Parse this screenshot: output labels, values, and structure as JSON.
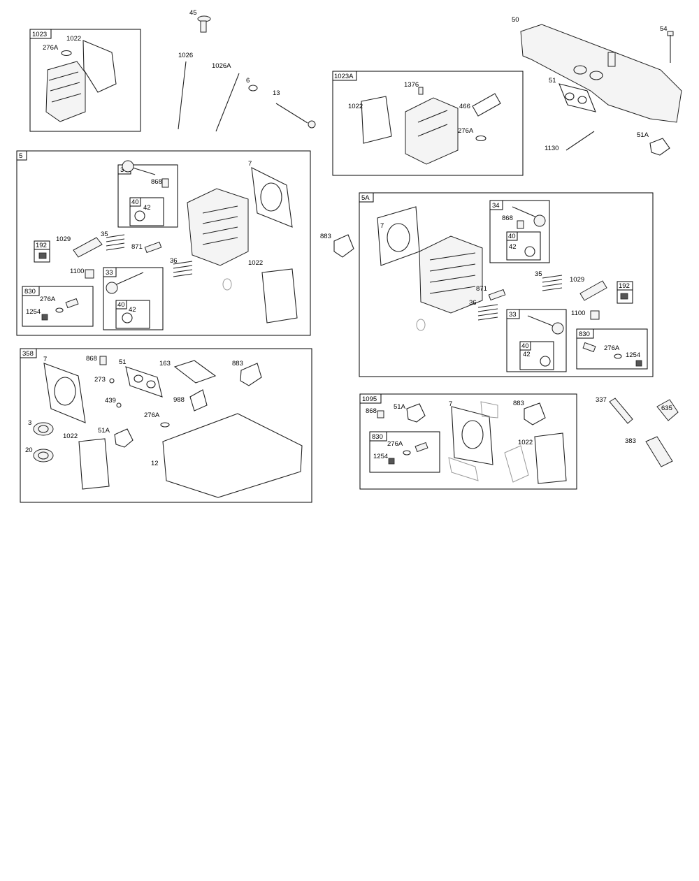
{
  "diagram": {
    "labels": [
      "45",
      "1023",
      "1022",
      "276A",
      "1026",
      "1026A",
      "6",
      "13",
      "50",
      "54",
      "51",
      "1023A",
      "1376",
      "1022",
      "466",
      "276A",
      "1130",
      "51A",
      "5",
      "34",
      "868",
      "7",
      "40",
      "42",
      "35",
      "1029",
      "192",
      "871",
      "883",
      "1100",
      "33",
      "36",
      "1022",
      "830",
      "276A",
      "1254",
      "40",
      "42",
      "5A",
      "7",
      "34",
      "868",
      "40",
      "42",
      "35",
      "1029",
      "192",
      "871",
      "36",
      "1100",
      "33",
      "40",
      "42",
      "830",
      "276A",
      "1254",
      "358",
      "7",
      "868",
      "273",
      "51",
      "163",
      "883",
      "439",
      "988",
      "276A",
      "3",
      "51A",
      "1022",
      "20",
      "12",
      "1095",
      "868",
      "51A",
      "7",
      "883",
      "830",
      "276A",
      "1254",
      "1022",
      "337",
      "635",
      "383"
    ]
  }
}
